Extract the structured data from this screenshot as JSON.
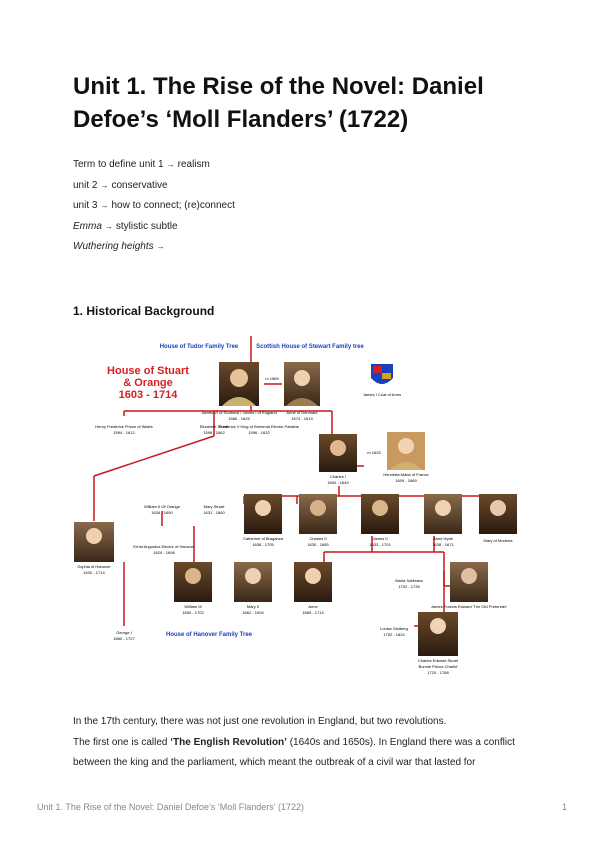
{
  "doc": {
    "title": "Unit 1. The Rise of the Novel: Daniel Defoe’s ‘Moll Flanders’ (1722)",
    "terms": [
      {
        "label": "Term to define unit 1",
        "arrow": "→",
        "value": "realism",
        "italic": false
      },
      {
        "label": "unit 2",
        "arrow": "→",
        "value": "conservative",
        "italic": false
      },
      {
        "label": "unit 3",
        "arrow": "→",
        "value": "how to connect; (re)connect",
        "italic": false
      },
      {
        "label": "Emma",
        "arrow": "→",
        "value": "stylistic subtle",
        "italic": true
      },
      {
        "label": "Wuthering heights",
        "arrow": "→",
        "value": "",
        "italic": true
      }
    ],
    "section_heading": "1. Historical Background",
    "paragraph_1": "In the 17th century, there was not just one revolution in England, but two revolutions.",
    "paragraph_2_pre": "The first one is called ",
    "paragraph_2_bold": "‘The English Revolution’",
    "paragraph_2_post": " (1640s and 1650s). In England there was a conflict between the king and the parliament, which meant the outbreak of a civil war that lasted for",
    "footer_text": "Unit 1. The Rise of the Novel: Daniel Defoe’s ‘Moll Flanders’ (1722)",
    "page_number": "1"
  },
  "tree": {
    "header_tudor": "House of Tudor Family Tree",
    "header_stewart": "Scottish House of Stewart Family tree",
    "house_title_1": "House of Stuart",
    "house_title_2": "& Orange",
    "house_dates": "1603 - 1714",
    "james1_name": "James VI of Scotland / James I of England",
    "james1_dates": "1566 - 1625",
    "m1589": "m 1589",
    "anne_denmark": "Anne of Denmark",
    "anne_denmark_dates": "1574 - 1619",
    "coat_label": "James I Coat of Arms",
    "henry": "Henry Frederick Prince of Wales",
    "henry_dates": "1594 - 1612",
    "elizabeth": "Elizabeth Stuart",
    "elizabeth_dates": "1596 - 1662",
    "frederick": "Frederick V King of Bohemia Elector Palatine",
    "frederick_dates": "1596 - 1632",
    "charles1": "Charles I",
    "charles1_dates": "1600 - 1649",
    "m1625": "m 1625",
    "henrietta": "Henrietta Maria of France",
    "henrietta_dates": "1609 - 1669",
    "william2": "William II Of Orange",
    "william2_dates": "1626 - 1650",
    "mary_stuart": "Mary Stuart",
    "mary_stuart_dates": "1631 - 1660",
    "catherine": "Catherine of Braganza",
    "catherine_dates": "1638 - 1705",
    "charles2": "Charles II",
    "charles2_dates": "1630 - 1685",
    "james2": "James II",
    "james2_dates": "1633 - 1701",
    "anne_hyde": "Anne Hyde",
    "anne_hyde_dates": "1638 - 1671",
    "mary_modena": "Mary of Modena",
    "sophia": "Sophia of Hanover",
    "sophia_dates": "1630 - 1714",
    "ernst": "Ernst Augustus Elector of Hanover",
    "ernst_dates": "1629 - 1698",
    "william3": "William III",
    "william3_dates": "1650 - 1702",
    "mary2": "Mary II",
    "mary2_dates": "1662 - 1694",
    "anne": "Anne",
    "anne_dates": "1665 - 1714",
    "maria_sobieski": "Maria Sobieska",
    "maria_sobieski_dates": "1702 - 1735",
    "james_old": "James Francis Edward 'The Old Pretender'",
    "george1": "George I",
    "george1_dates": "1660 - 1727",
    "hanover_tree": "House of Hanover Family Tree",
    "louise": "Louise Stolberg",
    "louise_dates": "1752 - 1824",
    "charles_edward": "Charles Edward Stuart",
    "charles_edward_sub": "'Bonnie Prince Charlie'",
    "charles_edward_dates": "1720 - 1788"
  },
  "colors": {
    "accent_red": "#d42020",
    "accent_blue": "#1a3fbf",
    "line_red": "#c81818"
  }
}
